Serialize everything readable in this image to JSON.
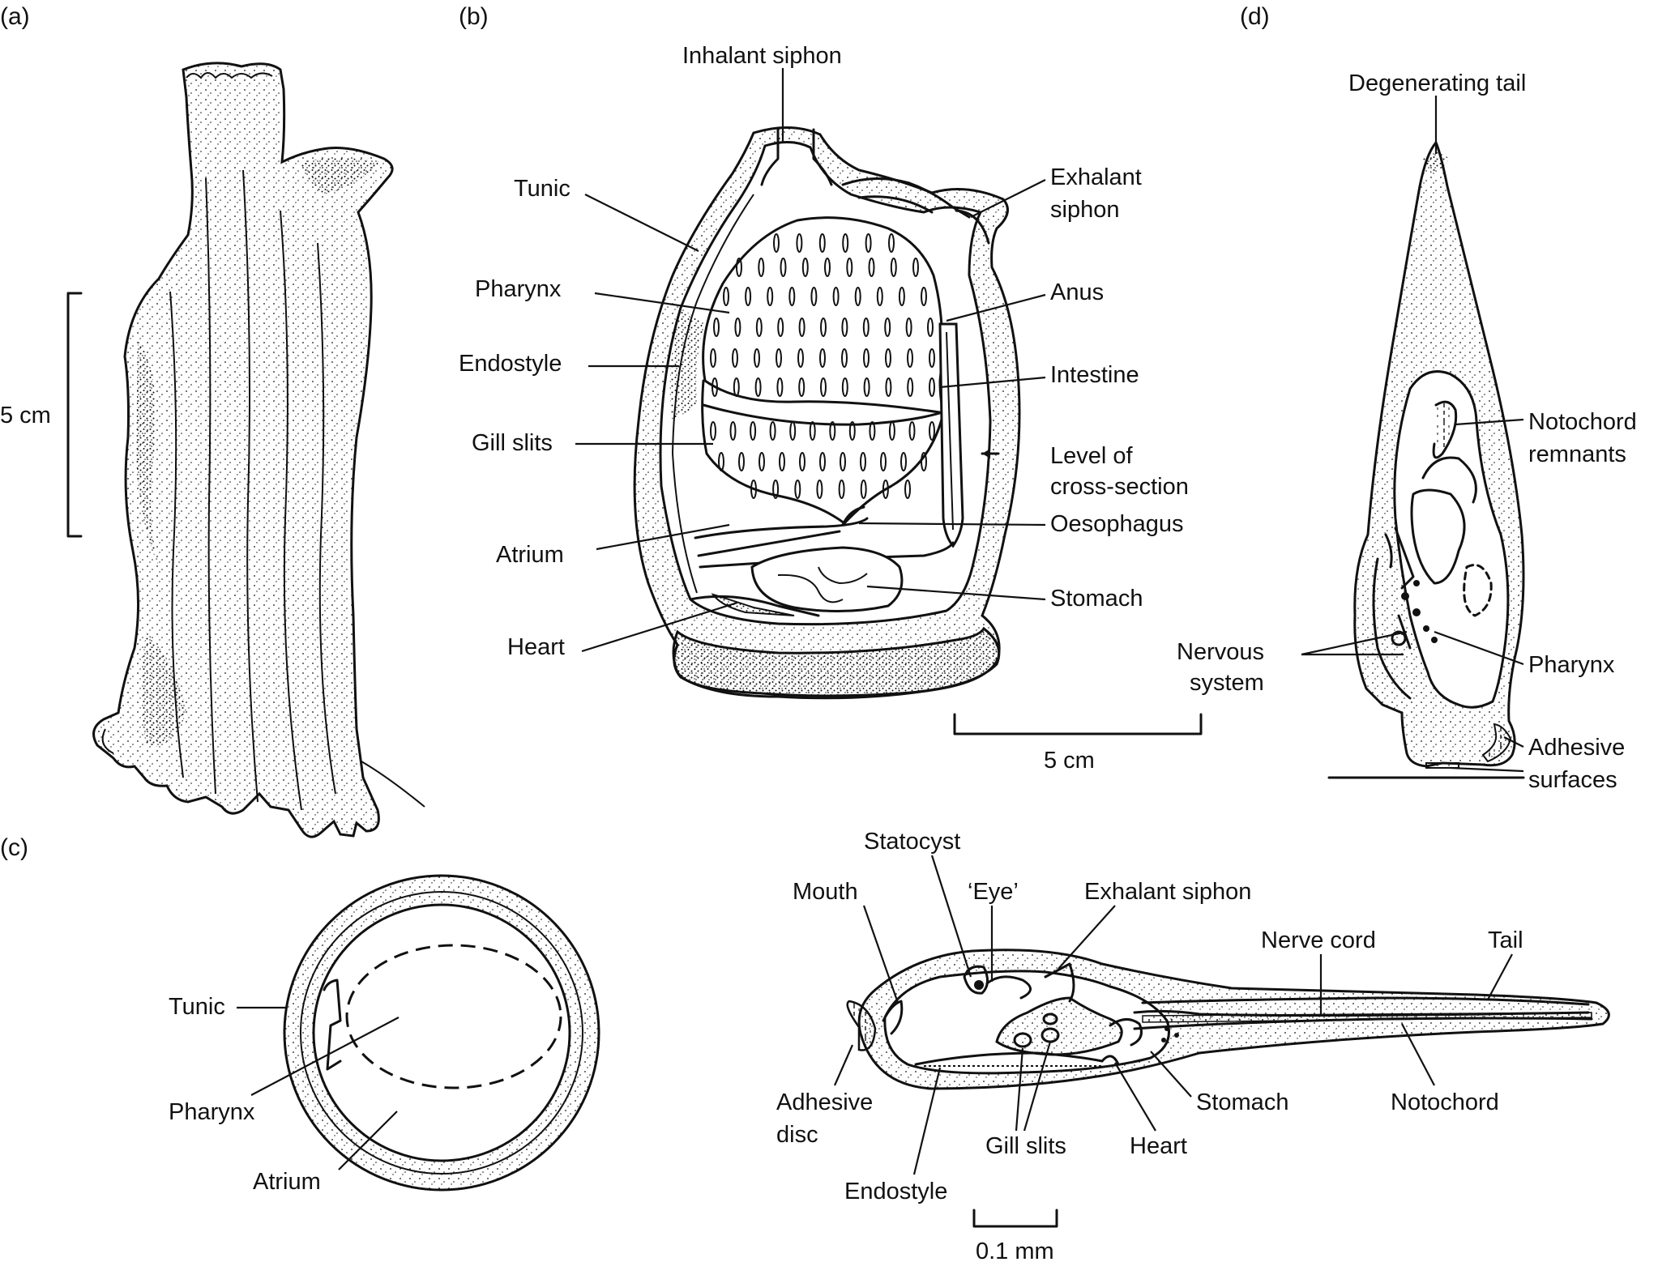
{
  "panels": {
    "a": {
      "letter": "(a)",
      "scale": "5 cm"
    },
    "b": {
      "letter": "(b)",
      "scale": "5 cm",
      "labels": {
        "inhalant_siphon": "Inhalant siphon",
        "tunic": "Tunic",
        "exhalant": "Exhalant",
        "siphon": "siphon",
        "pharynx": "Pharynx",
        "anus": "Anus",
        "endostyle": "Endostyle",
        "intestine": "Intestine",
        "gill_slits": "Gill slits",
        "level_of": "Level of",
        "cross_section": "cross-section",
        "oesophagus": "Oesophagus",
        "atrium": "Atrium",
        "stomach": "Stomach",
        "heart": "Heart"
      }
    },
    "c": {
      "letter": "(c)",
      "labels": {
        "tunic": "Tunic",
        "pharynx": "Pharynx",
        "atrium": "Atrium"
      }
    },
    "larva": {
      "scale": "0.1 mm",
      "labels": {
        "statocyst": "Statocyst",
        "mouth": "Mouth",
        "eye": "‘Eye’",
        "exhalant_siphon": "Exhalant siphon",
        "nerve_cord": "Nerve cord",
        "tail": "Tail",
        "adhesive": "Adhesive",
        "disc": "disc",
        "endostyle": "Endostyle",
        "gill_slits": "Gill slits",
        "heart": "Heart",
        "stomach": "Stomach",
        "notochord": "Notochord"
      }
    },
    "d": {
      "letter": "(d)",
      "labels": {
        "degenerating_tail": "Degenerating tail",
        "notochord": "Notochord",
        "remnants": "remnants",
        "nervous": "Nervous",
        "system": "system",
        "pharynx": "Pharynx",
        "adhesive": "Adhesive",
        "surfaces": "surfaces"
      }
    }
  },
  "colors": {
    "ink": "#111111",
    "background": "#ffffff"
  }
}
